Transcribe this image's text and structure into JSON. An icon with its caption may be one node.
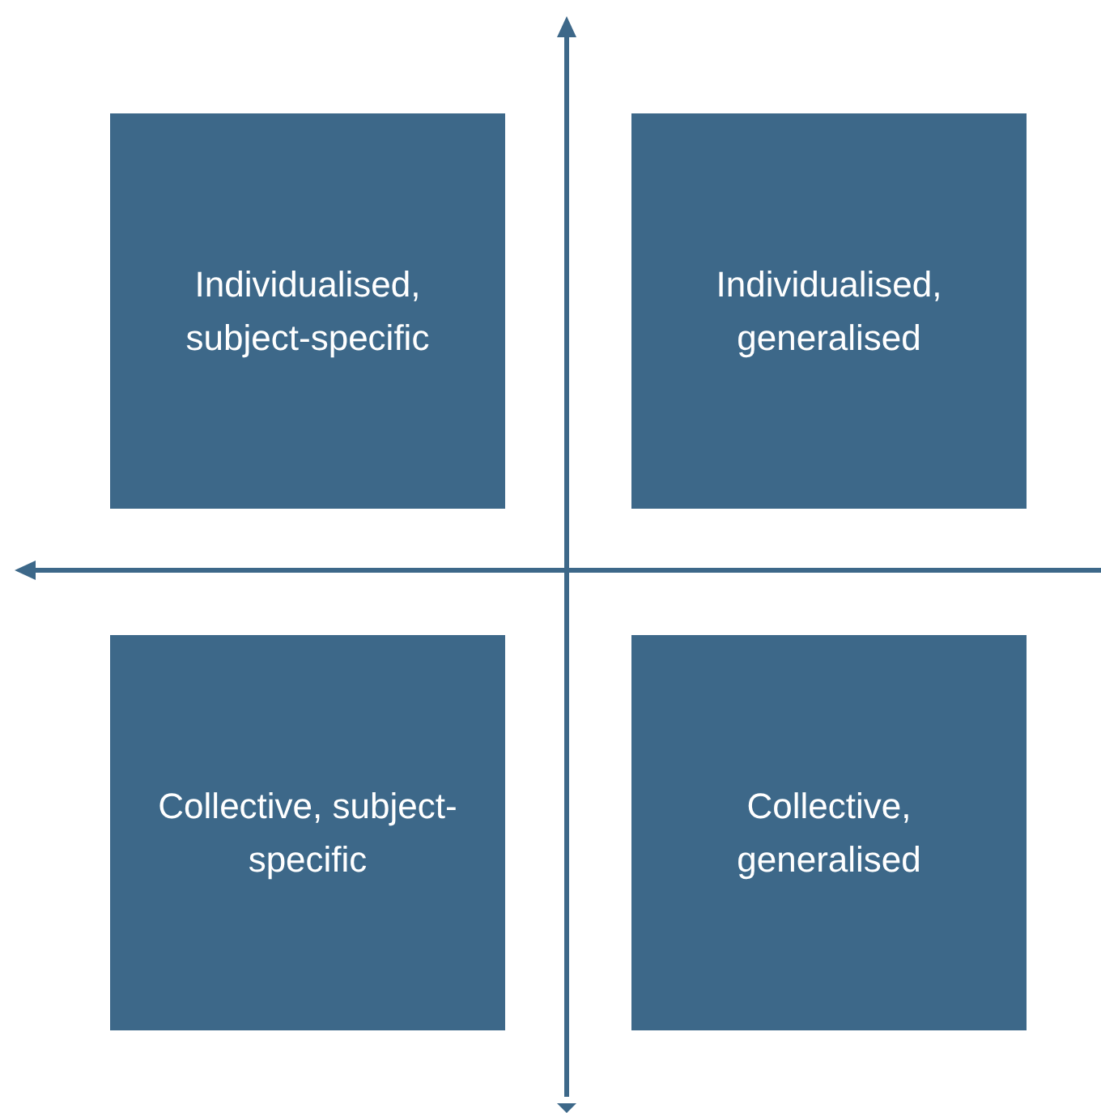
{
  "diagram": {
    "nodes": [
      {
        "text": [
          "Individualised, subject-specific"
        ]
      },
      {
        "text": [
          "Individualised, generalised"
        ]
      },
      {
        "text": [
          "Collective, subject-specific"
        ]
      },
      {
        "text": [
          "Collective, generalised"
        ]
      }
    ]
  }
}
